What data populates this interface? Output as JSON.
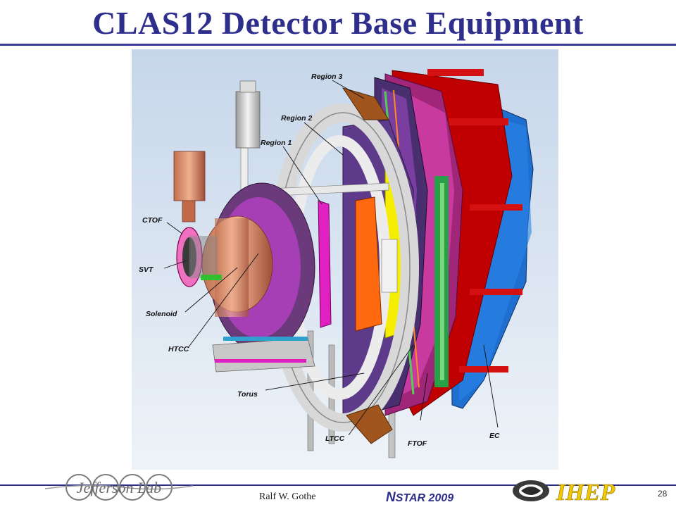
{
  "slide": {
    "title": "CLAS12 Detector Base Equipment",
    "author": "Ralf  W. Gothe",
    "conference_cap": "N",
    "conference_rest": "STAR 2009",
    "page_number": "28"
  },
  "figure": {
    "labels": {
      "region3": "Region 3",
      "region2": "Region 2",
      "region1": "Region 1",
      "ctof": "CTOF",
      "svt": "SVT",
      "solenoid": "Solenoid",
      "htcc": "HTCC",
      "torus": "Torus",
      "ltcc": "LTCC",
      "ftof": "FTOF",
      "ec": "EC"
    }
  },
  "logos": {
    "jlab_text": "Jefferson Lab",
    "ihep_text": "IHEP"
  },
  "colors": {
    "title": "#2e2e8c",
    "rule": "#3a3a9a",
    "figure_bg_top": "#c8d7ea",
    "figure_bg_bottom": "#eef3f8"
  }
}
